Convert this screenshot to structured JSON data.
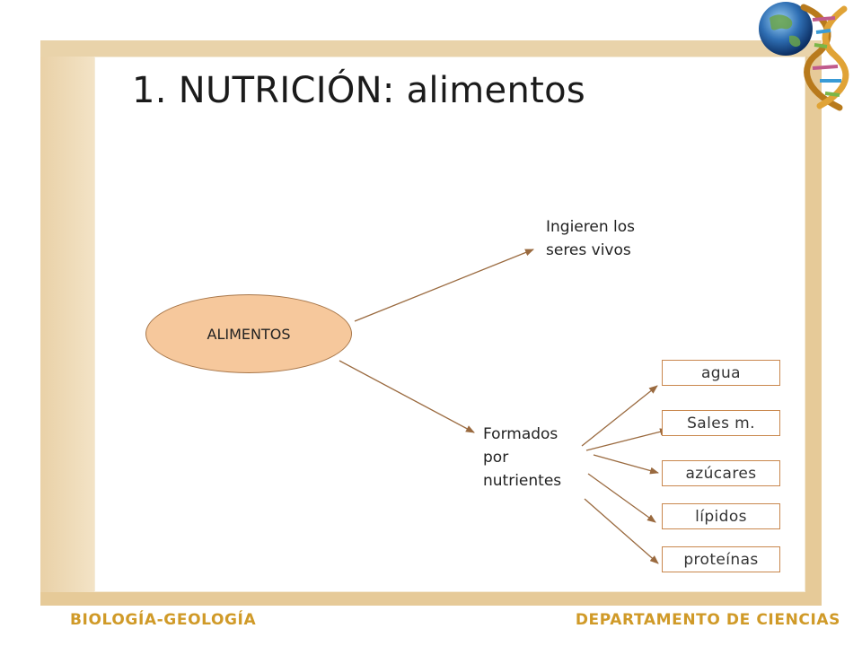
{
  "slide": {
    "title": "1. NUTRICIÓN: alimentos",
    "footer_left": "BIOLOGÍA-GEOLOGÍA",
    "footer_right": "DEPARTAMENTO DE CIENCIAS"
  },
  "diagram": {
    "center": "ALIMENTOS",
    "top_node": "Ingieren los\nseres vivos",
    "bottom_node": "Formados\npor\nnutrientes",
    "nutrients": [
      "agua",
      "Sales m.",
      "azúcares",
      "lípidos",
      "proteínas"
    ]
  },
  "style": {
    "accent_color": "#d09a28",
    "ellipse_fill": "#f6c89c",
    "box_border": "#c9874d",
    "frame_color": "#e8cd9b",
    "arrow_color": "#9a6a3f"
  },
  "icons": {
    "logo": "globe-dna-logo-icon"
  }
}
